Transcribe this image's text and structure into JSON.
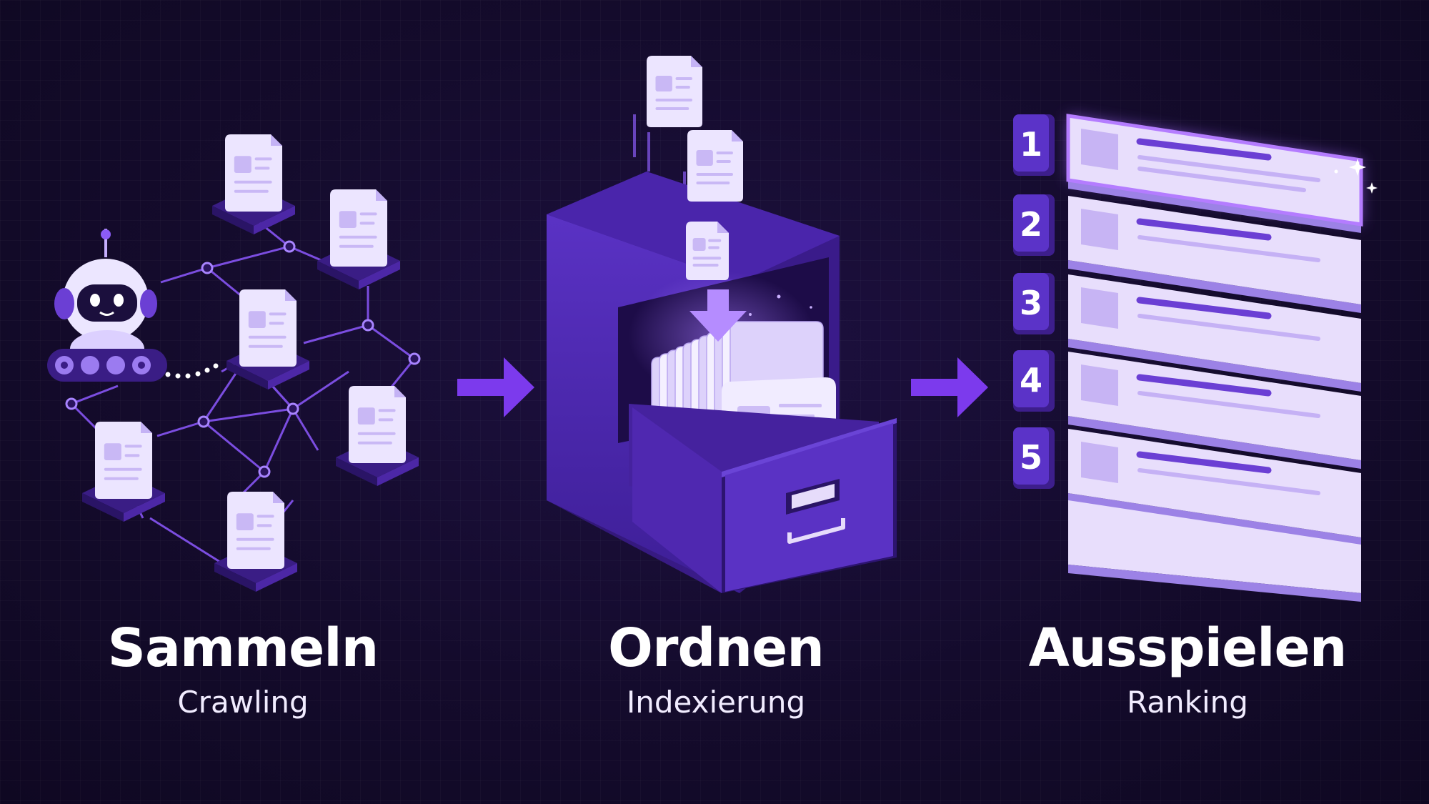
{
  "colors": {
    "background": "#130a2a",
    "primary_purple": "#6b3fd4",
    "dark_purple": "#3e1f8a",
    "light_lavender": "#e6dcfb",
    "accent_line": "#8b5cf6"
  },
  "stages": [
    {
      "title": "Sammeln",
      "subtitle": "Crawling",
      "icon": "robot-crawler-network-icon"
    },
    {
      "title": "Ordnen",
      "subtitle": "Indexierung",
      "icon": "filing-cabinet-icon"
    },
    {
      "title": "Ausspielen",
      "subtitle": "Ranking",
      "icon": "ranked-list-icon"
    }
  ],
  "ranking": {
    "ranks": [
      "1",
      "2",
      "3",
      "4",
      "5"
    ]
  }
}
